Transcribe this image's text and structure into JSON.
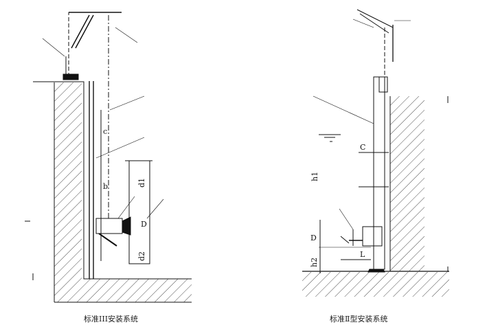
{
  "left_diagram": {
    "caption": "标准III安装系统",
    "dimension_labels": {
      "c": "c",
      "b": "b",
      "d1": "d1",
      "D": "D",
      "d2": "d2"
    }
  },
  "right_diagram": {
    "caption": "标准Ⅱ型安装系统",
    "dimension_labels": {
      "C": "C",
      "h1": "h1",
      "D": "D",
      "h2": "h2",
      "L": "L"
    }
  },
  "colors": {
    "line": "#111111",
    "background": "#ffffff"
  }
}
